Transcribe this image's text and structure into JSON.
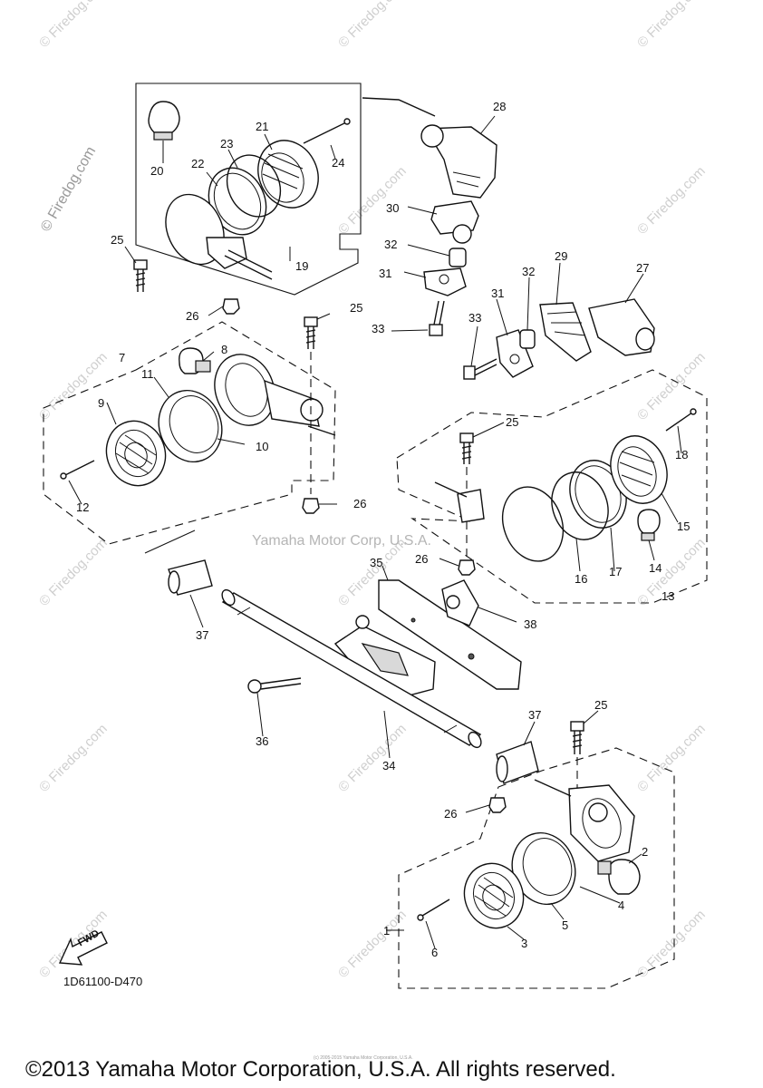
{
  "watermark_text": "© Firedog.com",
  "center_watermark": "Yamaha Motor Corp, U.S.A.",
  "fwd_label": "FWD",
  "drawing_code": "1D61100-D470",
  "fineprint": "(c) 2005-2015 Yamaha Motor Corporation, U.S.A.",
  "copyright": "©2013 Yamaha Motor Corporation, U.S.A. All rights reserved.",
  "callouts": {
    "c1": "1",
    "c2": "2",
    "c3": "3",
    "c4": "4",
    "c5": "5",
    "c6": "6",
    "c7": "7",
    "c8": "8",
    "c9": "9",
    "c10": "10",
    "c11": "11",
    "c12": "12",
    "c13": "13",
    "c14": "14",
    "c15": "15",
    "c16": "16",
    "c17": "17",
    "c18": "18",
    "c19": "19",
    "c20": "20",
    "c21": "21",
    "c22": "22",
    "c23": "23",
    "c24": "24",
    "c25a": "25",
    "c25b": "25",
    "c25c": "25",
    "c25d": "25",
    "c26a": "26",
    "c26b": "26",
    "c26c": "26",
    "c26d": "26",
    "c27": "27",
    "c28": "28",
    "c29": "29",
    "c30": "30",
    "c31a": "31",
    "c31b": "31",
    "c32a": "32",
    "c32b": "32",
    "c33a": "33",
    "c33b": "33",
    "c34": "34",
    "c35": "35",
    "c36": "36",
    "c37a": "37",
    "c37b": "37",
    "c38": "38"
  }
}
